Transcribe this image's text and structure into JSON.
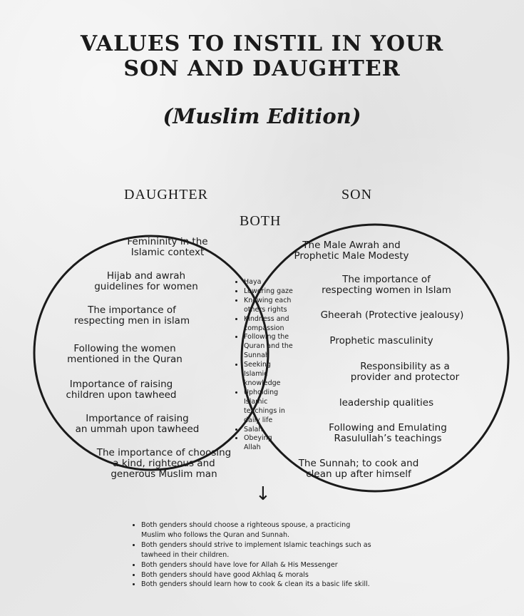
{
  "title": "VALUES TO INSTIL IN YOUR\nSON AND DAUGHTER",
  "subtitle": "(Muslim Edition)",
  "labels": {
    "daughter": "DAUGHTER",
    "son": "SON",
    "both": "BOTH"
  },
  "daughter_items": [
    "Femininity in the\nIslamic context",
    "Hijab and awrah\nguidelines for women",
    "The importance of\nrespecting men in islam",
    "Following the women\nmentioned in the Quran",
    "Importance of raising\nchildren upon tawheed",
    "Importance of raising\nan ummah upon tawheed",
    "The importance of choosing\na kind, righteous and\ngenerous Muslim man"
  ],
  "son_items": [
    "The Male Awrah and\nProphetic Male Modesty",
    "The importance of\nrespecting women in Islam",
    "Gheerah (Protective jealousy)",
    "Prophetic masculinity",
    "Responsibility as a\nprovider and protector",
    "leadership qualities",
    "Following and Emulating\nRasulullah’s teachings",
    "The Sunnah; to cook and\nclean up after himself"
  ],
  "both_items": [
    "Haya",
    "Lowering gaze",
    "Knowing each\nothers rights",
    "Kindness and\ncompassion",
    "Following the\nQuran and the\nSunnah",
    "Seeking\nIslamic\nknowledge",
    "Upholding\nIslamic\nteachings in\ndaily life",
    "Salah",
    "Obeying\nAllah"
  ],
  "arrow": "↓",
  "notes": [
    "Both genders should choose a righteous spouse, a practicing\nMuslim who follows the Quran and Sunnah.",
    "Both genders should strive to implement Islamic teachings such as\ntawheed in their children.",
    "Both genders should have love for Allah & His Messenger",
    "Both genders should have good Akhlaq & morals",
    "Both genders should learn how to cook & clean its a basic life skill."
  ],
  "colors": {
    "ink": "#1a1a1a",
    "paper": "#ececec"
  }
}
